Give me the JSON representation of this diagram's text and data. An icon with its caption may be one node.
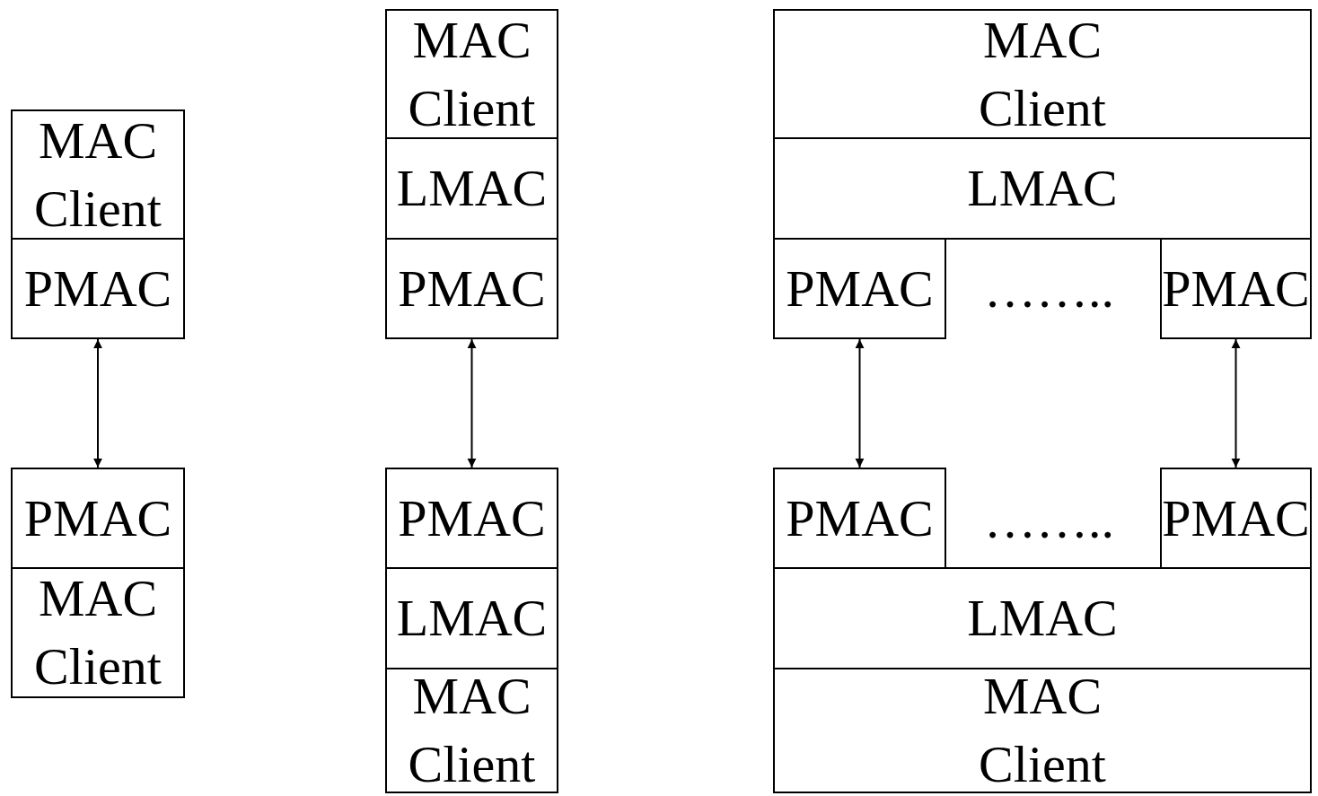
{
  "diagram": {
    "nodes": [
      {
        "text": [
          "MAC Client"
        ]
      },
      {
        "text": [
          "PMAC"
        ]
      },
      {
        "text": [
          "PMAC"
        ]
      },
      {
        "text": [
          "MAC Client"
        ]
      },
      {
        "text": [
          "MAC Client"
        ]
      },
      {
        "text": [
          "LMAC"
        ]
      },
      {
        "text": [
          "PMAC"
        ]
      },
      {
        "text": [
          "PMAC"
        ]
      },
      {
        "text": [
          "LMAC"
        ]
      },
      {
        "text": [
          "MAC Client"
        ]
      },
      {
        "text": [
          "MAC Client"
        ]
      },
      {
        "text": [
          "LMAC"
        ]
      },
      {
        "text": [
          "PMAC"
        ]
      },
      {
        "text": [
          "PMAC"
        ]
      },
      {
        "text": [
          "PMAC"
        ]
      },
      {
        "text": [
          "PMAC"
        ]
      },
      {
        "text": [
          "LMAC"
        ]
      },
      {
        "text": [
          "MAC Client"
        ]
      }
    ],
    "edges": [
      {
        "from": 1,
        "to": 2,
        "arrow": "both"
      },
      {
        "from": 6,
        "to": 7,
        "arrow": "both"
      },
      {
        "from": 12,
        "to": 14,
        "arrow": "both"
      },
      {
        "from": 13,
        "to": 15,
        "arrow": "both"
      }
    ],
    "labels": [
      "……..",
      "…….."
    ]
  }
}
